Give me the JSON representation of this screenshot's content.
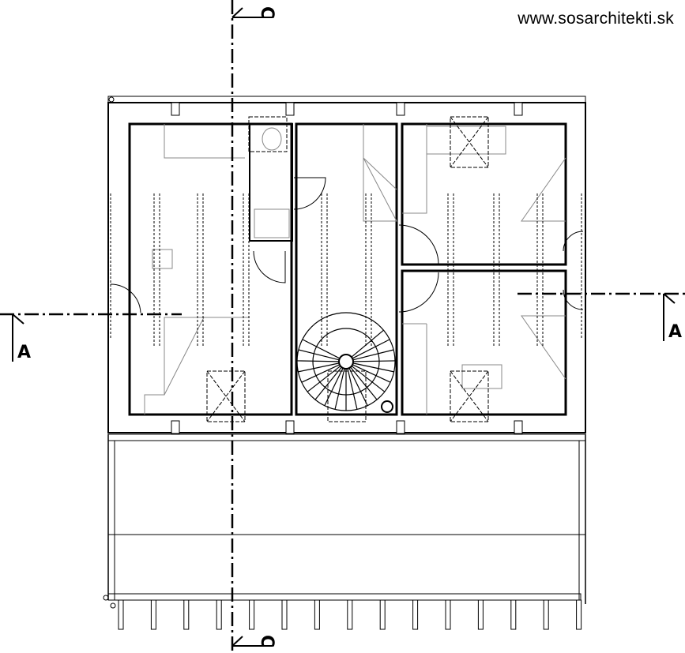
{
  "website": "www.sosarchitekti.sk",
  "sections": {
    "c_top": "C",
    "c_bottom": "C",
    "a_left": "A",
    "a_right": "A"
  },
  "colors": {
    "line": "#000000",
    "thin": "#808080",
    "background": "#ffffff"
  }
}
